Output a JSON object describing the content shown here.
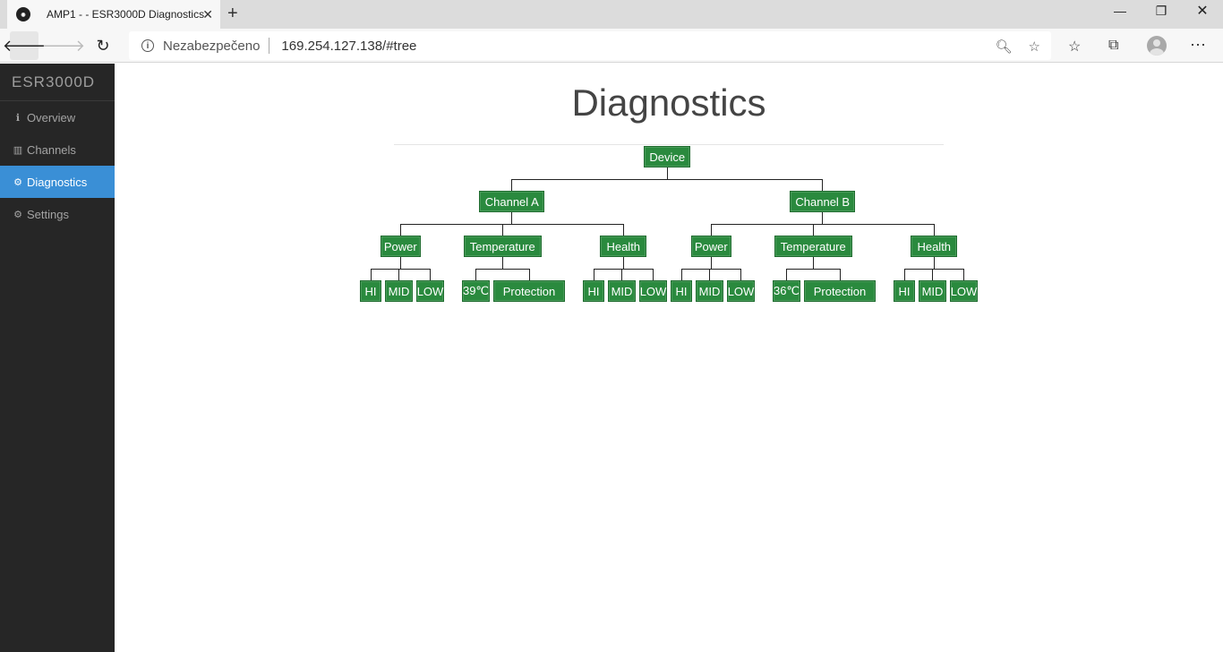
{
  "browser": {
    "tab_title": "AMP1 - - ESR3000D Diagnostics",
    "tab_close": "✕",
    "new_tab": "+",
    "security_label": "Nezabezpečeno",
    "url": "169.254.127.138/#tree",
    "window": {
      "minimize": "—",
      "restore": "❐",
      "close": "✕"
    }
  },
  "sidebar": {
    "brand": "ESR3000D",
    "items": [
      {
        "label": "Overview",
        "icon": "info-icon",
        "glyph": "ℹ",
        "active": false
      },
      {
        "label": "Channels",
        "icon": "bar-chart-icon",
        "glyph": "▥",
        "active": false
      },
      {
        "label": "Diagnostics",
        "icon": "gear-icon",
        "glyph": "⚙",
        "active": true
      },
      {
        "label": "Settings",
        "icon": "gear-icon",
        "glyph": "⚙",
        "active": false
      }
    ]
  },
  "main": {
    "title": "Diagnostics"
  },
  "tree": {
    "label": "Device",
    "children": [
      {
        "label": "Channel A",
        "children": [
          {
            "label": "Power",
            "children": [
              {
                "label": "HI"
              },
              {
                "label": "MID"
              },
              {
                "label": "LOW"
              }
            ]
          },
          {
            "label": "Temperature",
            "children": [
              {
                "label": "39℃"
              },
              {
                "label": "Protection"
              }
            ]
          },
          {
            "label": "Health",
            "children": [
              {
                "label": "HI"
              },
              {
                "label": "MID"
              },
              {
                "label": "LOW"
              }
            ]
          }
        ]
      },
      {
        "label": "Channel B",
        "children": [
          {
            "label": "Power",
            "children": [
              {
                "label": "HI"
              },
              {
                "label": "MID"
              },
              {
                "label": "LOW"
              }
            ]
          },
          {
            "label": "Temperature",
            "children": [
              {
                "label": "36℃"
              },
              {
                "label": "Protection"
              }
            ]
          },
          {
            "label": "Health",
            "children": [
              {
                "label": "HI"
              },
              {
                "label": "MID"
              },
              {
                "label": "LOW"
              }
            ]
          }
        ]
      }
    ]
  }
}
